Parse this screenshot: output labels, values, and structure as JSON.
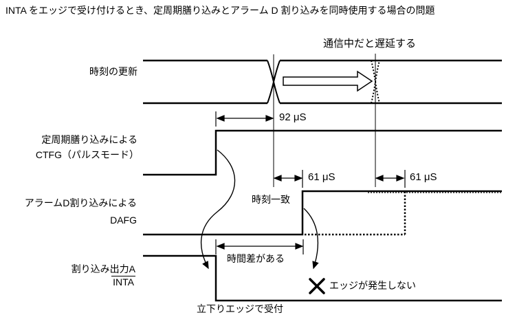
{
  "title": "INTA をエッジで受け付けるとき、定周期膳り込みとアラーム D 割り込みを同時使用する場合の問題",
  "colors": {
    "line": "#000000",
    "background": "#ffffff",
    "text": "#000000"
  },
  "signals": [
    {
      "id": "clock-update",
      "label": "時刻の更新"
    },
    {
      "id": "ctfg",
      "label_line1": "定周期膳り込みによる",
      "label_line2": "CTFG（パルスモード）"
    },
    {
      "id": "dafg",
      "label_line1": "アラームD割り込みによる",
      "label_line2": "DAFG"
    },
    {
      "id": "inta",
      "label_line1": "割り込み出力A",
      "label_line2": "INTA"
    }
  ],
  "annotations": {
    "comm_delay": "通信中だと遅延する",
    "interval_92": "92 μS",
    "time_match": "時刻一致",
    "interval_61_first": "61 μS",
    "interval_61_second": "61 μS",
    "time_gap": "時間差がある",
    "no_edge": "エッジが発生しない",
    "accept_falling_edge": "立下りエッジで受付"
  },
  "icons": {
    "delay_arrow": "hollow-right-arrow",
    "no_edge_cross": "heavy-x-mark",
    "bus_transition_solid": "x-crossover",
    "bus_transition_delayed": "dotted-x-crossover"
  }
}
